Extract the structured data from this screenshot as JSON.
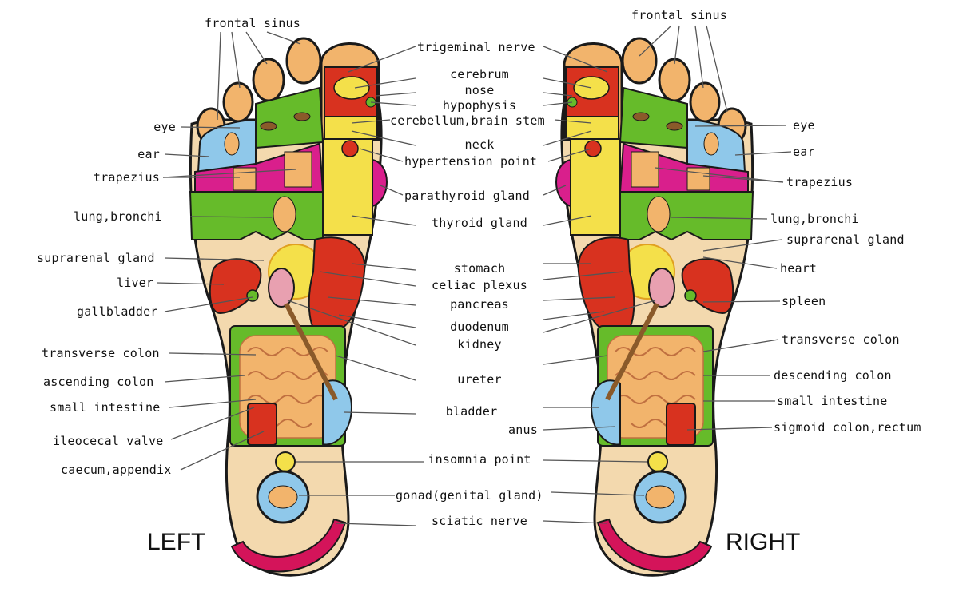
{
  "side_labels": {
    "left": "LEFT",
    "right": "RIGHT"
  },
  "center_labels": {
    "trigeminal_nerve": "trigeminal nerve",
    "cerebrum": "cerebrum",
    "nose": "nose",
    "hypophysis": "hypophysis",
    "cerebellum_brain_stem": "cerebellum,brain stem",
    "neck": "neck",
    "hypertension_point": "hypertension point",
    "parathyroid_gland": "parathyroid gland",
    "thyroid_gland": "thyroid gland",
    "stomach": "stomach",
    "celiac_plexus": "celiac plexus",
    "pancreas": "pancreas",
    "duodenum": "duodenum",
    "kidney": "kidney",
    "ureter": "ureter",
    "bladder": "bladder",
    "anus": "anus",
    "insomnia_point": "insomnia point",
    "gonad": "gonad(genital gland)",
    "sciatic_nerve": "sciatic nerve"
  },
  "left_labels": {
    "frontal_sinus": "frontal sinus",
    "eye": "eye",
    "ear": "ear",
    "trapezius": "trapezius",
    "lung_bronchi": "lung,bronchi",
    "suprarenal_gland": "suprarenal gland",
    "liver": "liver",
    "gallbladder": "gallbladder",
    "transverse_colon": "transverse colon",
    "ascending_colon": "ascending colon",
    "small_intestine": "small intestine",
    "ileocecal_valve": "ileocecal valve",
    "caecum_appendix": "caecum,appendix"
  },
  "right_labels": {
    "frontal_sinus": "frontal sinus",
    "eye": "eye",
    "ear": "ear",
    "trapezius": "trapezius",
    "lung_bronchi": "lung,bronchi",
    "suprarenal_gland": "suprarenal gland",
    "heart": "heart",
    "spleen": "spleen",
    "transverse_colon": "transverse colon",
    "descending_colon": "descending colon",
    "small_intestine": "small intestine",
    "sigmoid_colon_rectum": "sigmoid colon,rectum"
  },
  "colors": {
    "skin": "#f3d9ae",
    "toe_tip": "#f2b46c",
    "green_zone": "#66bb2a",
    "magenta_zone": "#d91f8c",
    "yellow_zone": "#f4e04a",
    "red_zone": "#d8321f",
    "blue_zone": "#8fc8ea",
    "heel_arc": "#d4145a",
    "outline": "#1a1a1a"
  }
}
